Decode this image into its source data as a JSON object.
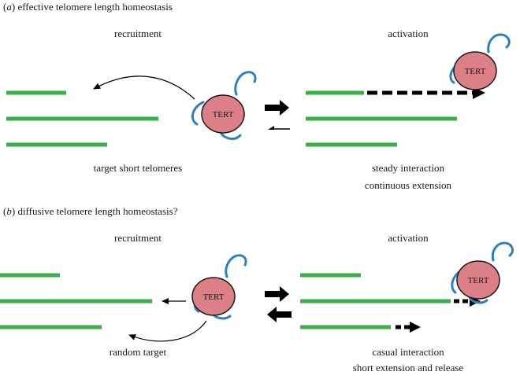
{
  "panel_a": {
    "letter": "a",
    "title": "effective telomere length homeostasis",
    "recruitment_label": "recruitment",
    "activation_label": "activation",
    "left_caption": "target short telomeres",
    "right_caption_1": "steady interaction",
    "right_caption_2": "continuous extension",
    "enzyme_label_left": "TERT",
    "enzyme_label_right": "TERT"
  },
  "panel_b": {
    "letter": "b",
    "title": "diffusive telomere length homeostasis?",
    "recruitment_label": "recruitment",
    "activation_label": "activation",
    "left_caption": "random target",
    "right_caption_1": "casual interaction",
    "right_caption_2": "short extension and release",
    "enzyme_label_left": "TERT",
    "enzyme_label_right": "TERT"
  },
  "colors": {
    "telomere": "#3aae49",
    "tert_fill": "#dc7f86",
    "tert_stroke": "#1a1a1a",
    "rna": "#2f7fc0",
    "arrow": "#000000"
  }
}
